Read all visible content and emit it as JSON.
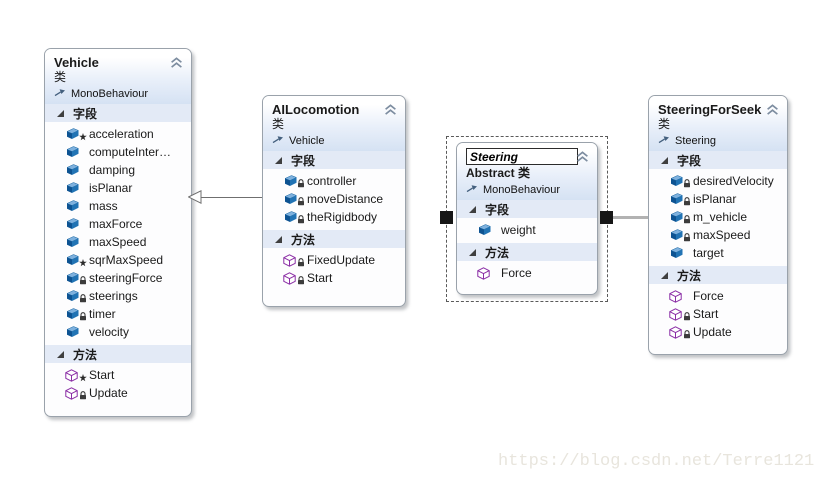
{
  "diagram": {
    "watermark": "https://blog.csdn.net/Terre1121",
    "colors": {
      "field_icon_blue": "#1d6cb0",
      "method_icon_purple": "#8a2da5",
      "header_gradient_bottom": "#d5e2f3",
      "section_header_bg": "#e3eaf6",
      "box_border": "#9aa2ab",
      "connector_gray": "#6f6f6f",
      "selected_connector_gray": "#b2b2b2",
      "selection_dash": "#5a5a5a"
    },
    "classes": [
      {
        "title": "Vehicle",
        "stereotype": "类",
        "base": "MonoBehaviour",
        "editing": false,
        "sections": [
          {
            "label": "字段",
            "members": [
              {
                "name": "acceleration",
                "kind": "field",
                "badge": "star"
              },
              {
                "name": "computeInter…",
                "kind": "field",
                "badge": null
              },
              {
                "name": "damping",
                "kind": "field",
                "badge": null
              },
              {
                "name": "isPlanar",
                "kind": "field",
                "badge": null
              },
              {
                "name": "mass",
                "kind": "field",
                "badge": null
              },
              {
                "name": "maxForce",
                "kind": "field",
                "badge": null
              },
              {
                "name": "maxSpeed",
                "kind": "field",
                "badge": null
              },
              {
                "name": "sqrMaxSpeed",
                "kind": "field",
                "badge": "star"
              },
              {
                "name": "steeringForce",
                "kind": "field",
                "badge": "lock"
              },
              {
                "name": "steerings",
                "kind": "field",
                "badge": "lock"
              },
              {
                "name": "timer",
                "kind": "field",
                "badge": "lock"
              },
              {
                "name": "velocity",
                "kind": "field",
                "badge": null
              }
            ]
          },
          {
            "label": "方法",
            "members": [
              {
                "name": "Start",
                "kind": "method",
                "badge": "star"
              },
              {
                "name": "Update",
                "kind": "method",
                "badge": "lock"
              }
            ]
          }
        ]
      },
      {
        "title": "AILocomotion",
        "stereotype": "类",
        "base": "Vehicle",
        "editing": false,
        "sections": [
          {
            "label": "字段",
            "members": [
              {
                "name": "controller",
                "kind": "field",
                "badge": "lock"
              },
              {
                "name": "moveDistance",
                "kind": "field",
                "badge": "lock"
              },
              {
                "name": "theRigidbody",
                "kind": "field",
                "badge": "lock"
              }
            ]
          },
          {
            "label": "方法",
            "members": [
              {
                "name": "FixedUpdate",
                "kind": "method",
                "badge": "lock"
              },
              {
                "name": "Start",
                "kind": "method",
                "badge": "lock"
              }
            ]
          }
        ]
      },
      {
        "title": "Steering",
        "stereotype": "Abstract 类",
        "base": "MonoBehaviour",
        "editing": true,
        "sections": [
          {
            "label": "字段",
            "members": [
              {
                "name": "weight",
                "kind": "field",
                "badge": null
              }
            ]
          },
          {
            "label": "方法",
            "members": [
              {
                "name": "Force",
                "kind": "method",
                "badge": null
              }
            ]
          }
        ]
      },
      {
        "title": "SteeringForSeek",
        "stereotype": "类",
        "base": "Steering",
        "editing": false,
        "sections": [
          {
            "label": "字段",
            "members": [
              {
                "name": "desiredVelocity",
                "kind": "field",
                "badge": "lock"
              },
              {
                "name": "isPlanar",
                "kind": "field",
                "badge": "lock"
              },
              {
                "name": "m_vehicle",
                "kind": "field",
                "badge": "lock"
              },
              {
                "name": "maxSpeed",
                "kind": "field",
                "badge": "lock"
              },
              {
                "name": "target",
                "kind": "field",
                "badge": null
              }
            ]
          },
          {
            "label": "方法",
            "members": [
              {
                "name": "Force",
                "kind": "method",
                "badge": null
              },
              {
                "name": "Start",
                "kind": "method",
                "badge": "lock"
              },
              {
                "name": "Update",
                "kind": "method",
                "badge": "lock"
              }
            ]
          }
        ]
      }
    ]
  }
}
